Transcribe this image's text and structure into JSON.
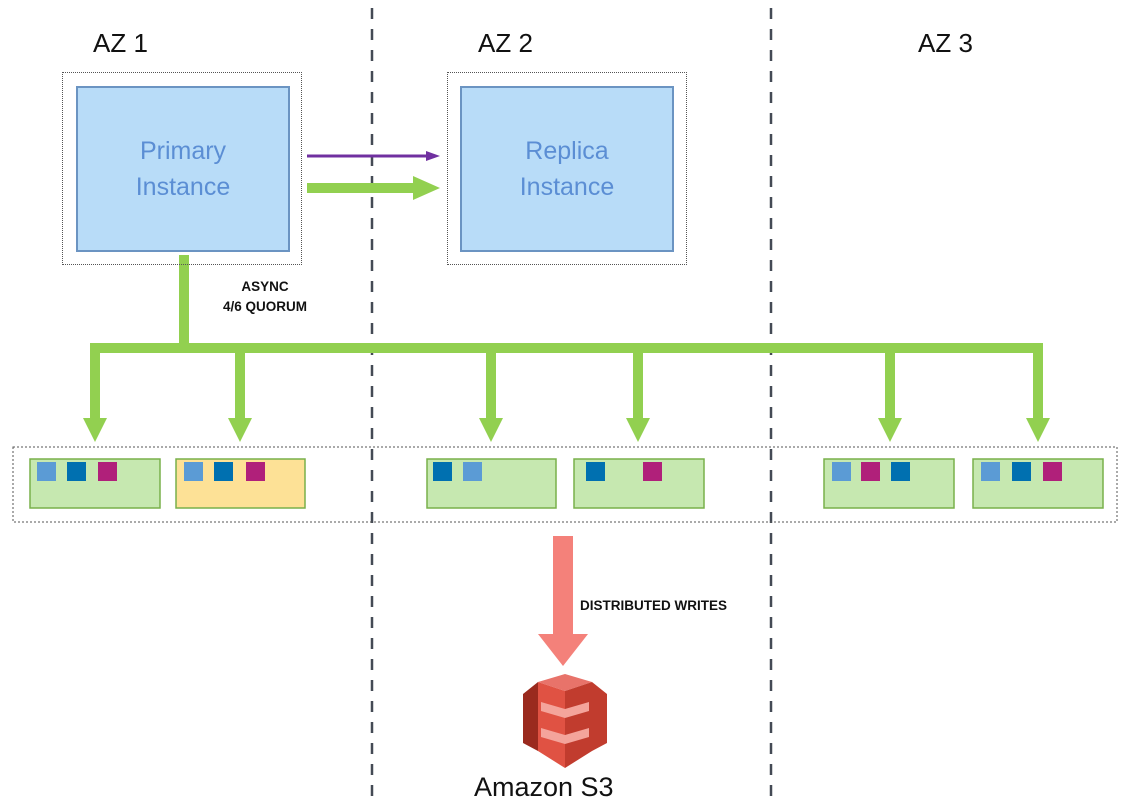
{
  "zones": [
    {
      "label": "AZ 1"
    },
    {
      "label": "AZ 2"
    },
    {
      "label": "AZ 3"
    }
  ],
  "instances": {
    "primary": {
      "label": "Primary\nInstance"
    },
    "replica": {
      "label": "Replica\nInstance"
    }
  },
  "notes": {
    "async_line1": "ASYNC",
    "async_line2": "4/6 QUORUM",
    "distributed": "DISTRIBUTED WRITES"
  },
  "storage": {
    "name": "Amazon S3",
    "icon": "amazon-s3-icon"
  },
  "colors": {
    "instance_fill": "#b8dcf8",
    "instance_text": "#5b8ed4",
    "green_arrow": "#92d050",
    "purple_arrow": "#7030a0",
    "red_arrow": "#f4817a",
    "node_green": "#c6e8b0",
    "node_yellow": "#fde196",
    "block_light_blue": "#5b9bd5",
    "block_dark_blue": "#0070b0",
    "block_magenta": "#b0207a",
    "s3_red": "#e05243"
  }
}
